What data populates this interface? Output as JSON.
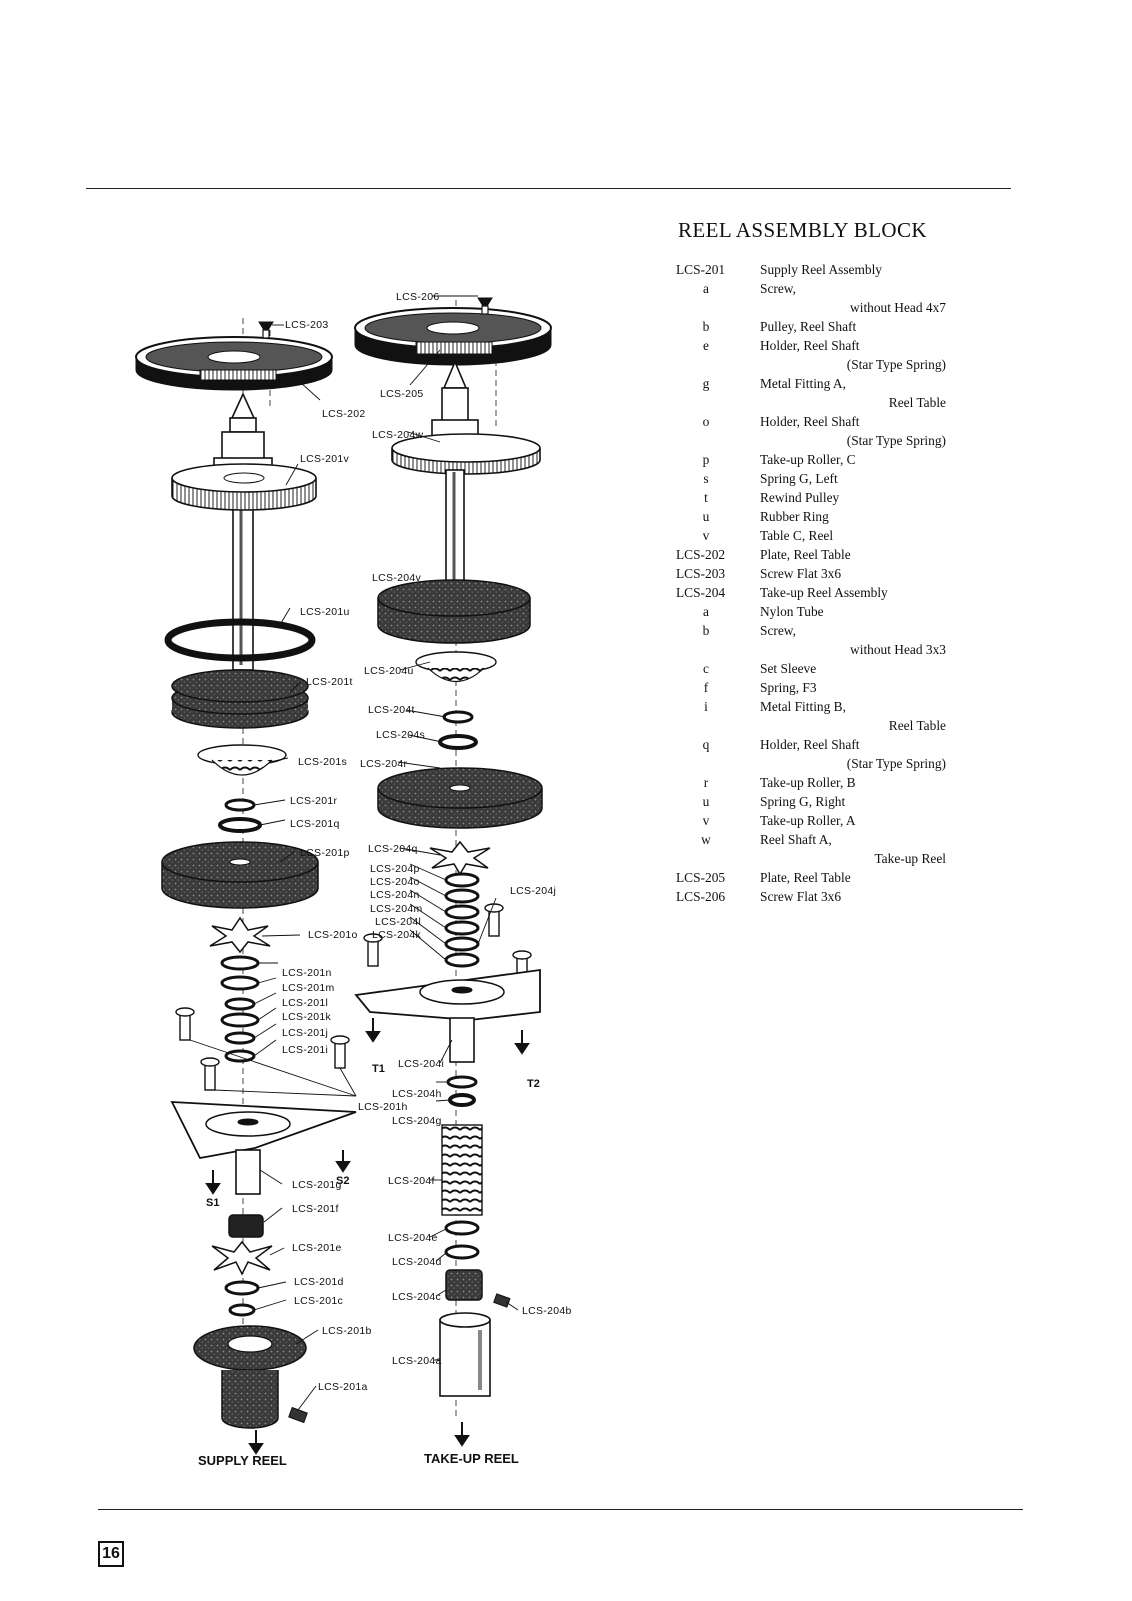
{
  "block_title": "REEL ASSEMBLY BLOCK",
  "page_number": "16",
  "parts": [
    {
      "code": "LCS-201",
      "desc": "Supply Reel Assembly"
    },
    {
      "code": "a",
      "desc": "Screw,",
      "cont": "without Head 4x7"
    },
    {
      "code": "b",
      "desc": "Pulley, Reel Shaft"
    },
    {
      "code": "e",
      "desc": "Holder, Reel Shaft",
      "cont": "(Star Type Spring)"
    },
    {
      "code": "g",
      "desc": "Metal Fitting A,",
      "cont": "Reel Table"
    },
    {
      "code": "o",
      "desc": "Holder, Reel Shaft",
      "cont": "(Star Type Spring)"
    },
    {
      "code": "p",
      "desc": "Take-up Roller, C"
    },
    {
      "code": "s",
      "desc": "Spring G, Left"
    },
    {
      "code": "t",
      "desc": "Rewind Pulley"
    },
    {
      "code": "u",
      "desc": "Rubber Ring"
    },
    {
      "code": "v",
      "desc": "Table C, Reel"
    },
    {
      "code": "LCS-202",
      "desc": "Plate, Reel Table"
    },
    {
      "code": "LCS-203",
      "desc": "Screw Flat 3x6"
    },
    {
      "code": "LCS-204",
      "desc": "Take-up Reel Assembly"
    },
    {
      "code": "a",
      "desc": "Nylon Tube"
    },
    {
      "code": "b",
      "desc": "Screw,",
      "cont": "without Head 3x3"
    },
    {
      "code": "c",
      "desc": "Set Sleeve"
    },
    {
      "code": "f",
      "desc": "Spring, F3"
    },
    {
      "code": "i",
      "desc": "Metal Fitting B,",
      "cont": "Reel Table"
    },
    {
      "code": "q",
      "desc": "Holder, Reel Shaft",
      "cont": "(Star Type Spring)"
    },
    {
      "code": "r",
      "desc": "Take-up Roller, B"
    },
    {
      "code": "u",
      "desc": "Spring G, Right"
    },
    {
      "code": "v",
      "desc": "Take-up Roller, A"
    },
    {
      "code": "w",
      "desc": "Reel Shaft A,",
      "cont": "Take-up Reel"
    },
    {
      "code": "LCS-205",
      "desc": "Plate, Reel Table"
    },
    {
      "code": "LCS-206",
      "desc": "Screw Flat 3x6"
    }
  ],
  "diagram": {
    "supply_caption": "SUPPLY REEL",
    "takeup_caption": "TAKE-UP REEL",
    "signals": {
      "s1": "S1",
      "s2": "S2",
      "t1": "T1",
      "t2": "T2"
    },
    "labels": {
      "lcs206": "LCS-206",
      "lcs203": "LCS-203",
      "lcs202": "LCS-202",
      "lcs205": "LCS-205",
      "lcs204w": "LCS-204w",
      "lcs201v": "LCS-201v",
      "lcs204v": "LCS-204v",
      "lcs201u": "LCS-201u",
      "lcs204u": "LCS-204u",
      "lcs201t": "LCS-201t",
      "lcs204t": "LCS-204t",
      "lcs204s": "LCS-204s",
      "lcs201s": "LCS-201s",
      "lcs204r": "LCS-204r",
      "lcs201r": "LCS-201r",
      "lcs201q": "LCS-201q",
      "lcs201p": "LCS-201p",
      "lcs204q": "LCS-204q",
      "lcs204p": "LCS-204p",
      "lcs204o": "LCS-204o",
      "lcs204n": "LCS-204n",
      "lcs204m": "LCS-204m",
      "lcs204l": "LCS-204l",
      "lcs204k": "LCS-204k",
      "lcs204j": "LCS-204j",
      "lcs201o": "LCS-201o",
      "lcs201n": "LCS-201n",
      "lcs201m": "LCS-201m",
      "lcs201l": "LCS-201l",
      "lcs201k": "LCS-201k",
      "lcs201j": "LCS-201j",
      "lcs201i": "LCS-201i",
      "lcs204i": "LCS-204i",
      "lcs201h": "LCS-201h",
      "lcs204h": "LCS-204h",
      "lcs204g": "LCS-204g",
      "lcs201g": "LCS-201g",
      "lcs204f": "LCS-204f",
      "lcs201f": "LCS-201f",
      "lcs201e": "LCS-201e",
      "lcs204e": "LCS-204e",
      "lcs204d": "LCS-204d",
      "lcs201d": "LCS-201d",
      "lcs201c": "LCS-201c",
      "lcs204c": "LCS-204c",
      "lcs204b": "LCS-204b",
      "lcs201b": "LCS-201b",
      "lcs204a": "LCS-204a",
      "lcs201a": "LCS-201a"
    }
  }
}
